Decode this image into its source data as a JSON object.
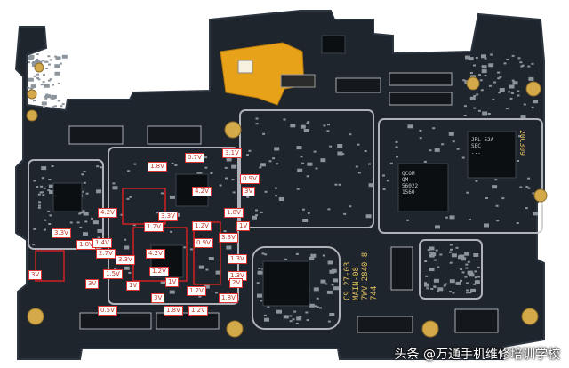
{
  "voltage_labels": [
    "0.7V",
    "3.1V",
    "1.8V",
    "0.9V",
    "3V",
    "4.2V",
    "1.8V",
    "4.2V",
    "3.3V",
    "1.2V",
    "1.2V",
    "1V",
    "3.3V",
    "3.3V",
    "1.8V",
    "1.4V",
    "2.7V",
    "3.3V",
    "1.5V",
    "0.9V",
    "4.2V",
    "1.2V",
    "1.3V",
    "1.3V",
    "1.2V",
    "1V",
    "1V",
    "3V",
    "2V",
    "3V",
    "1.8V",
    "0.5V",
    "1.8V",
    "1.2V",
    "3V"
  ],
  "chip_markings": {
    "pmic": "QCOM\nQM\n56022\n1560",
    "right_chip": "JRL 52A\nSEC\n...",
    "silk_text": "C9 27-03\nMAIN-08\n7WV-2840-8\n744",
    "edge_code": "20C309"
  },
  "watermark": "头条 @万通手机维修培训学校",
  "colors": {
    "board": "#1f252c",
    "board_edge": "#2c3540",
    "trace": "#c9ccd0",
    "gold": "#d4a94a",
    "flex": "#e8a21a",
    "label_text": "#c0392b",
    "highlight_red": "#e02020"
  }
}
